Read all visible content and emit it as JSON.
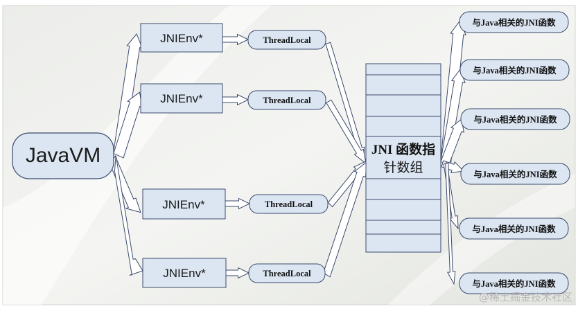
{
  "diagram": {
    "root": {
      "label": "JavaVM"
    },
    "env_boxes": [
      {
        "label": "JNIEnv*"
      },
      {
        "label": "JNIEnv*"
      },
      {
        "label": "JNIEnv*"
      },
      {
        "label": "JNIEnv*"
      }
    ],
    "thread_local_boxes": [
      {
        "label": "ThreadLocal"
      },
      {
        "label": "ThreadLocal"
      },
      {
        "label": "ThreadLocal"
      },
      {
        "label": "ThreadLocal"
      }
    ],
    "pointer_array": {
      "label_line1": "JNI 函数指",
      "label_line2": "针数组"
    },
    "function_boxes": [
      {
        "label": "与Java相关的JNI函数"
      },
      {
        "label": "与Java相关的JNI函数"
      },
      {
        "label": "与Java相关的JNI函数"
      },
      {
        "label": "与Java相关的JNI函数"
      },
      {
        "label": "与Java相关的JNI函数"
      },
      {
        "label": "与Java相关的JNI函数"
      }
    ]
  },
  "watermark": {
    "text": "@稀土掘金技术社区"
  },
  "colors": {
    "box_fill": "#dce6f2",
    "outline": "#3b4a6b",
    "arrow_fill": "#ffffff",
    "background_gray": "#e6e8e3"
  }
}
